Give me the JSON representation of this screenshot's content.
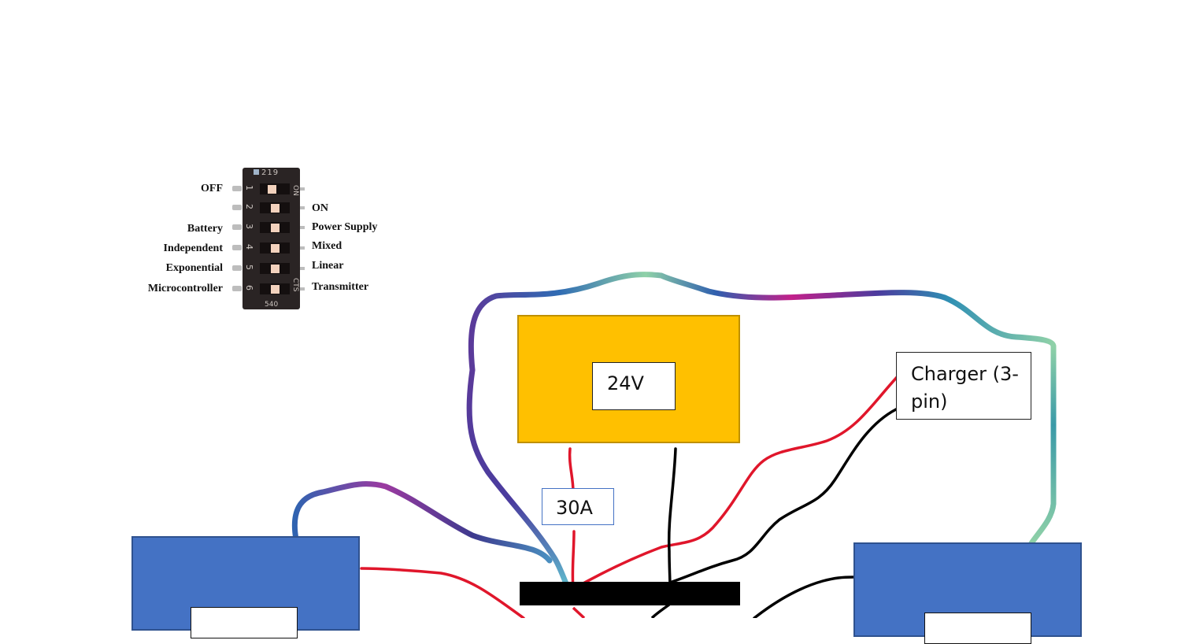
{
  "dip_switch": {
    "part_top": "219",
    "part_bottom": "540",
    "side_marker_on": "ON",
    "side_marker_cts": "CTS",
    "switches": [
      {
        "number": "1",
        "left_label": "OFF",
        "right_label": "",
        "position": "off"
      },
      {
        "number": "2",
        "left_label": "",
        "right_label": "ON",
        "position": "on"
      },
      {
        "number": "3",
        "left_label": "Battery",
        "right_label": "Power Supply",
        "position": "on"
      },
      {
        "number": "4",
        "left_label": "Independent",
        "right_label": "Mixed",
        "position": "on"
      },
      {
        "number": "5",
        "left_label": "Exponential",
        "right_label": "Linear",
        "position": "on"
      },
      {
        "number": "6",
        "left_label": "Microcontroller",
        "right_label": "Transmitter",
        "position": "on"
      }
    ]
  },
  "diagram": {
    "power_supply": {
      "label": "24V",
      "fill": "#ffc000",
      "border": "#bf9000"
    },
    "fuse": {
      "label": "30A",
      "border": "#4472c4"
    },
    "charger": {
      "label_line1": "Charger (3-",
      "label_line2": "pin)"
    },
    "battery_left": {
      "label": "",
      "fill": "#4472c4"
    },
    "battery_right": {
      "label": "",
      "fill": "#4472c4"
    },
    "busbar": {
      "fill": "#000000"
    },
    "wire_colors": {
      "positive": "#e0162b",
      "negative": "#000000",
      "signal_gradient": [
        "#6a3ea1",
        "#2f63b0",
        "#4fb3c7",
        "#8fd1a8",
        "#c2208a"
      ]
    }
  }
}
